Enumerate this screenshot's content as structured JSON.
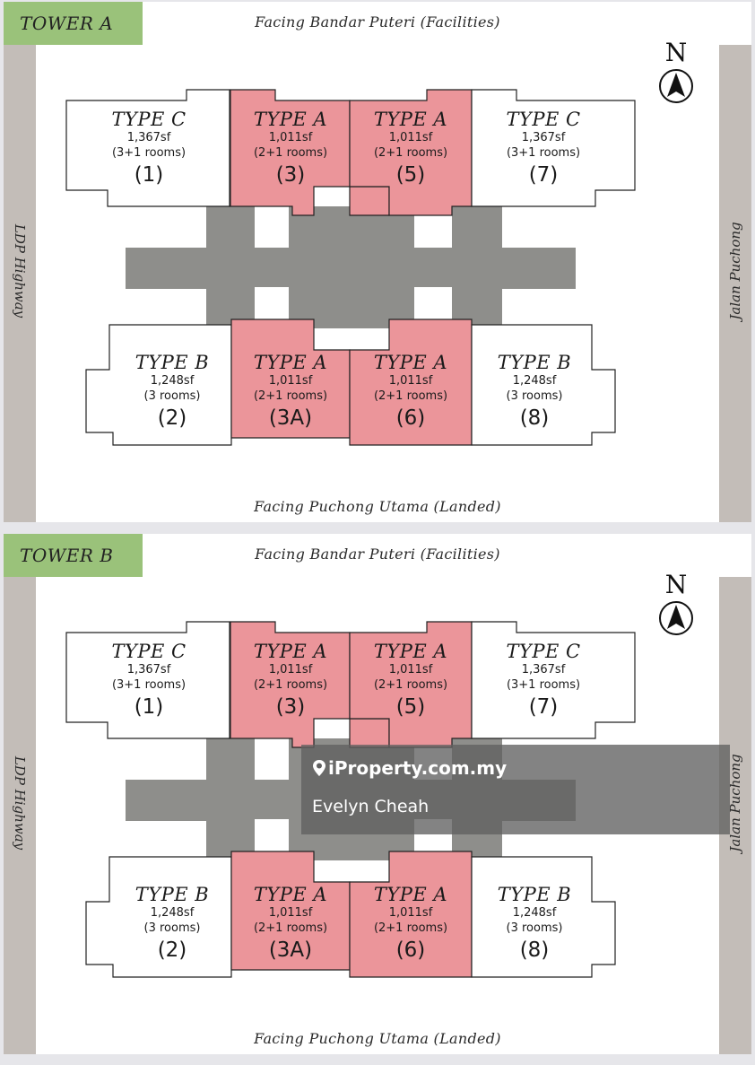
{
  "colors": {
    "tower_label_bg": "#9ac27a",
    "type_a_fill": "#eb959a",
    "core_fill": "#8e8e8b",
    "road_fill": "#c3bdb8"
  },
  "compass": {
    "label": "N",
    "icon": "north-arrow-icon"
  },
  "towers": [
    {
      "label": "TOWER A",
      "facing_top": "Facing Bandar Puteri (Facilities)",
      "facing_bottom": "Facing Puchong Utama (Landed)",
      "road_left": "LDP Highway",
      "road_right": "Jalan Puchong",
      "units": {
        "u1": {
          "type": "TYPE C",
          "area": "1,367sf",
          "rooms": "(3+1 rooms)",
          "number": "(1)"
        },
        "u3": {
          "type": "TYPE A",
          "area": "1,011sf",
          "rooms": "(2+1 rooms)",
          "number": "(3)"
        },
        "u5": {
          "type": "TYPE A",
          "area": "1,011sf",
          "rooms": "(2+1 rooms)",
          "number": "(5)"
        },
        "u7": {
          "type": "TYPE C",
          "area": "1,367sf",
          "rooms": "(3+1 rooms)",
          "number": "(7)"
        },
        "u2": {
          "type": "TYPE B",
          "area": "1,248sf",
          "rooms": "(3 rooms)",
          "number": "(2)"
        },
        "u3a": {
          "type": "TYPE A",
          "area": "1,011sf",
          "rooms": "(2+1 rooms)",
          "number": "(3A)"
        },
        "u6": {
          "type": "TYPE A",
          "area": "1,011sf",
          "rooms": "(2+1 rooms)",
          "number": "(6)"
        },
        "u8": {
          "type": "TYPE B",
          "area": "1,248sf",
          "rooms": "(3 rooms)",
          "number": "(8)"
        }
      }
    },
    {
      "label": "TOWER B",
      "facing_top": "Facing Bandar Puteri (Facilities)",
      "facing_bottom": "Facing Puchong Utama (Landed)",
      "road_left": "LDP Highway",
      "road_right": "Jalan Puchong",
      "units": {
        "u1": {
          "type": "TYPE C",
          "area": "1,367sf",
          "rooms": "(3+1 rooms)",
          "number": "(1)"
        },
        "u3": {
          "type": "TYPE A",
          "area": "1,011sf",
          "rooms": "(2+1 rooms)",
          "number": "(3)"
        },
        "u5": {
          "type": "TYPE A",
          "area": "1,011sf",
          "rooms": "(2+1 rooms)",
          "number": "(5)"
        },
        "u7": {
          "type": "TYPE C",
          "area": "1,367sf",
          "rooms": "(3+1 rooms)",
          "number": "(7)"
        },
        "u2": {
          "type": "TYPE B",
          "area": "1,248sf",
          "rooms": "(3 rooms)",
          "number": "(2)"
        },
        "u3a": {
          "type": "TYPE A",
          "area": "1,011sf",
          "rooms": "(2+1 rooms)",
          "number": "(3A)"
        },
        "u6": {
          "type": "TYPE A",
          "area": "1,011sf",
          "rooms": "(2+1 rooms)",
          "number": "(6)"
        },
        "u8": {
          "type": "TYPE B",
          "area": "1,248sf",
          "rooms": "(3 rooms)",
          "number": "(8)"
        }
      }
    }
  ],
  "watermark": {
    "brand": "iProperty.com.my",
    "agent": "Evelyn Cheah",
    "icon": "location-pin-icon"
  }
}
